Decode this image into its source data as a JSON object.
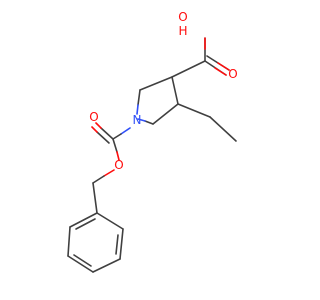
{
  "molecule": {
    "atoms": {
      "hydroxyl_oxygen": "O",
      "hydroxyl_hydrogen": "H",
      "carbonyl_oxygen_acid": "O",
      "ring_nitrogen": "N",
      "carbonyl_oxygen_carbamate": "O",
      "ester_oxygen": "O"
    },
    "colors": {
      "bond": "#404040",
      "oxygen": "#ff0d0d",
      "nitrogen": "#3050f8",
      "background": "#ffffff"
    }
  }
}
